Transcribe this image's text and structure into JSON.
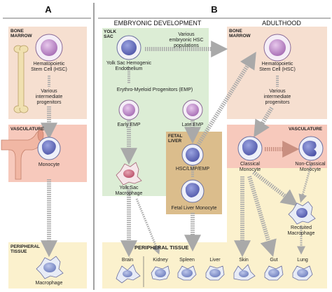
{
  "panels": {
    "a": "A",
    "b": "B"
  },
  "headers": {
    "embryonic": "EMBRYONIC DEVELOPMENT",
    "adult": "ADULTHOOD"
  },
  "regions": {
    "bone_marrow_a": "BONE\nMARROW",
    "yolk_sac": "YOLK\nSAC",
    "bone_marrow_b": "BONE\nMARROW",
    "vasculature_a": "VASCULATURE",
    "fetal_liver": "FETAL\nLIVER",
    "vasculature_b": "VASCULATURE",
    "peripheral_a": "PERIPHERAL\nTISSUE",
    "peripheral_b": "PERIPHERAL TISSUE"
  },
  "cells": {
    "hsc_a": "Hematopoietic\nStem Cell (HSC)",
    "progenitors_a": "Various\nintermediate\nprogenitors",
    "monocyte_a": "Monocyte",
    "macrophage_a": "Macrophage",
    "yolk_endo": "Yolk Sac Hemogenic\nEndothelium",
    "embryonic_hsc": "Various\nembryonic HSC\npopulations",
    "emp": "Erythro-Myeloid Progenitors (EMP)",
    "early_emp": "Early EMP",
    "late_emp": "Late EMP",
    "yolk_mac": "Yolk Sac\nMacrophage",
    "hsc_lmp": "HSC/LMP/EMP",
    "fetal_mono": "Fetal Liver Monocyte",
    "hsc_b": "Hematopoietic\nStem Cell (HSC)",
    "progenitors_b": "Various\nintermediate\nprogenitors",
    "classical": "Classical\nMonocyte",
    "nonclassical": "Non-Classical\nMonocyte",
    "recruited": "Recruited\nMacrophage"
  },
  "tissues": [
    "Brain",
    "Kidney",
    "Spleen",
    "Liver",
    "Skin",
    "Gut",
    "Lung"
  ],
  "colors": {
    "bone_marrow": "#f6dfd0",
    "vasculature": "#f7c9bc",
    "yolk_sac": "#dcedd5",
    "fetal_liver": "#dbbd8c",
    "peripheral": "#fbf1cd",
    "stem_nucleus": "#b985c2",
    "monocyte_nucleus": "#6167b7",
    "macrophage_nucleus": "#8a98c9",
    "yolk_mac_nucleus": "#c9637a"
  }
}
